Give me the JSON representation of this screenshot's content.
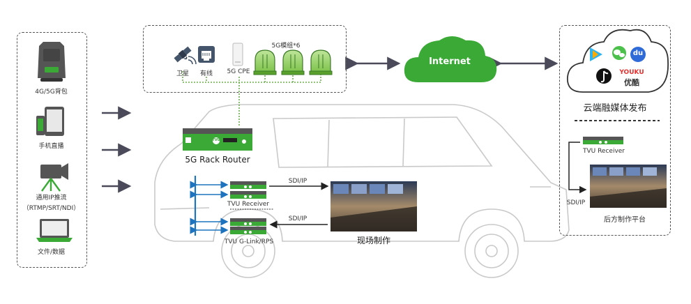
{
  "sources": {
    "backpack_label": "4G/5G背包",
    "phone_label": "手机直播",
    "ip_stream_label": "通用IP推流",
    "ip_stream_protocols": "（RTMP/SRT/NDI）",
    "files_label": "文件/数据"
  },
  "uplinks": {
    "satellite_label": "卫星",
    "wired_label": "有线",
    "cpe_label": "5G CPE",
    "modules_label": "5G模组*6"
  },
  "internet_label": "Internet",
  "router": {
    "label": "5G Rack Router",
    "badge": "TVU"
  },
  "onsite": {
    "receiver_label": "TVU Receiver",
    "glink_label": "TVU G-Link/RPS",
    "sdi_top": "SDI/IP",
    "sdi_bottom": "SDI/IP",
    "production_label": "现场制作"
  },
  "cloud": {
    "publish_label": "云端融媒体发布",
    "youku_top": "YOUKU",
    "youku_bottom": "优酷",
    "baidu_text": "du"
  },
  "remote": {
    "receiver_label": "TVU Receiver",
    "sdi_label": "SDI/IP",
    "platform_label": "后方制作平台"
  },
  "colors": {
    "tvu_green": "#3aa935",
    "arrow_blue": "#1e73be",
    "arrow_dark": "#4a4a5a",
    "dotted_green": "#6ab04c"
  }
}
